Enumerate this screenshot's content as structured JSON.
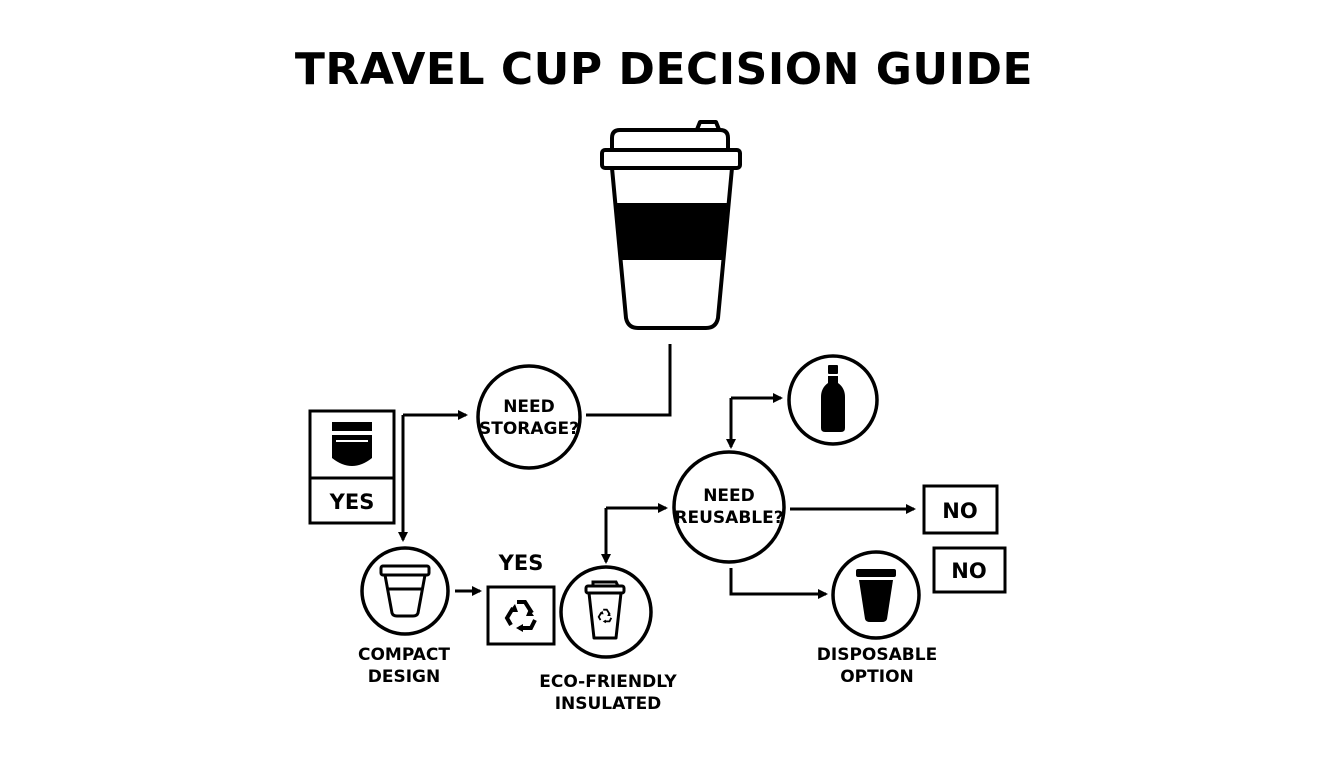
{
  "title": "TRAVEL CUP DECISION GUIDE",
  "nodes": {
    "storage": {
      "line1": "NEED",
      "line2": "STORAGE?"
    },
    "reusable": {
      "line1": "NEED",
      "line2": "REUSABLE?"
    }
  },
  "boxes": {
    "yes_pocket": "YES",
    "yes_label": "YES",
    "no_top": "NO",
    "no_bottom": "NO"
  },
  "labels": {
    "compact": {
      "line1": "COMPACT",
      "line2": "DESIGN"
    },
    "eco": {
      "line1": "ECO-FRIENDLY",
      "line2": "INSULATED"
    },
    "disposable": {
      "line1": "DISPOSABLE",
      "line2": "OPTION"
    }
  },
  "icons": {
    "main": "coffee-cup-icon",
    "pocket": "pocket-icon",
    "compact": "cup-icon",
    "recycle": "recycle-icon",
    "eco": "recycle-bin-cup-icon",
    "bottle": "bottle-icon",
    "disposable": "disposable-cup-icon"
  }
}
